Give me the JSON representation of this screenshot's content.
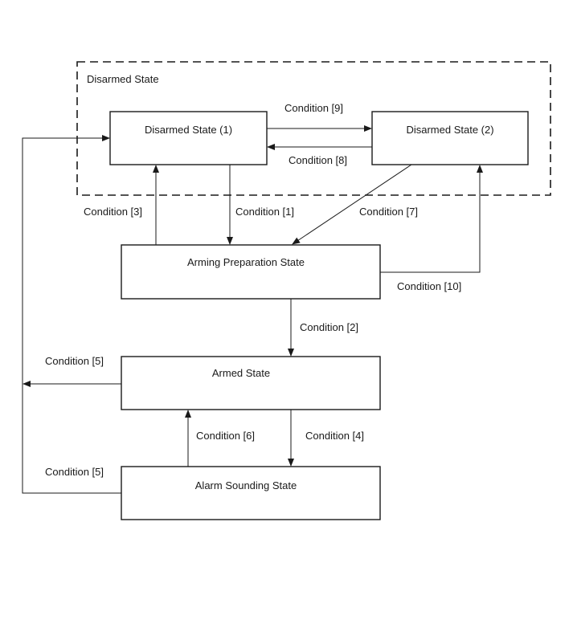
{
  "group": {
    "label": "Disarmed State"
  },
  "states": {
    "disarmed_1": "Disarmed State (1)",
    "disarmed_2": "Disarmed State (2)",
    "arming_prep": "Arming Preparation State",
    "armed": "Armed State",
    "alarm": "Alarm Sounding State"
  },
  "conditions": {
    "c1": "Condition [1]",
    "c2": "Condition [2]",
    "c3": "Condition [3]",
    "c4": "Condition [4]",
    "c5_armed": "Condition [5]",
    "c5_alarm": "Condition [5]",
    "c6": "Condition [6]",
    "c7": "Condition [7]",
    "c8": "Condition [8]",
    "c9": "Condition [9]",
    "c10": "Condition [10]"
  },
  "colors": {
    "stroke": "#1a1a1a",
    "background": "#ffffff"
  }
}
